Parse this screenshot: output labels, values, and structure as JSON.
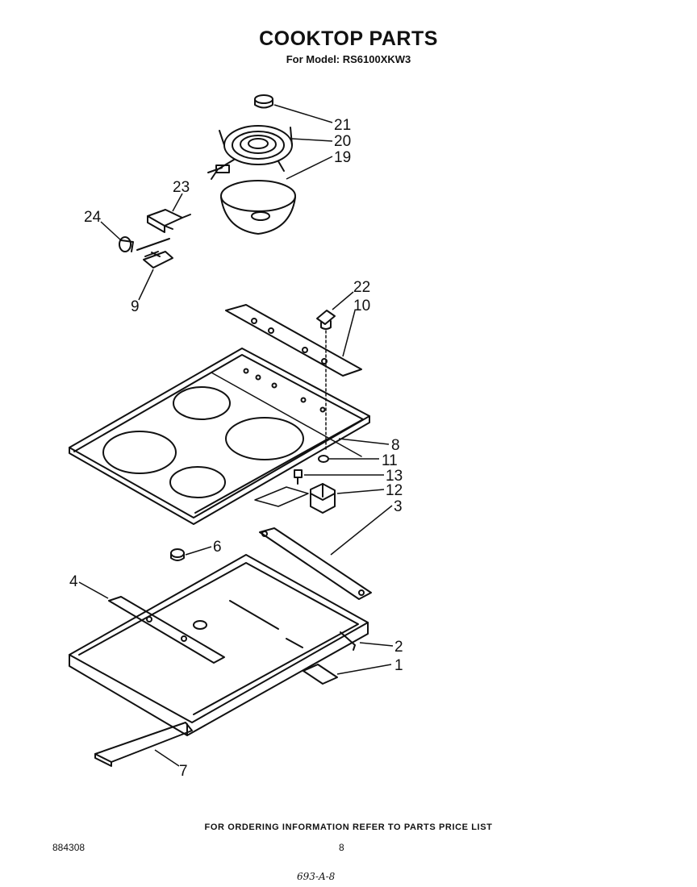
{
  "header": {
    "title": "COOKTOP PARTS",
    "subtitle": "For Model: RS6100XKW3"
  },
  "callouts": [
    "21",
    "20",
    "19",
    "23",
    "24",
    "9",
    "22",
    "10",
    "8",
    "11",
    "13",
    "12",
    "3",
    "6",
    "4",
    "2",
    "1",
    "7"
  ],
  "footer": {
    "ordering_note": "FOR ORDERING INFORMATION REFER TO PARTS PRICE LIST",
    "document_number": "884308",
    "page_number": "8",
    "handwritten_note": "693-A-8"
  }
}
